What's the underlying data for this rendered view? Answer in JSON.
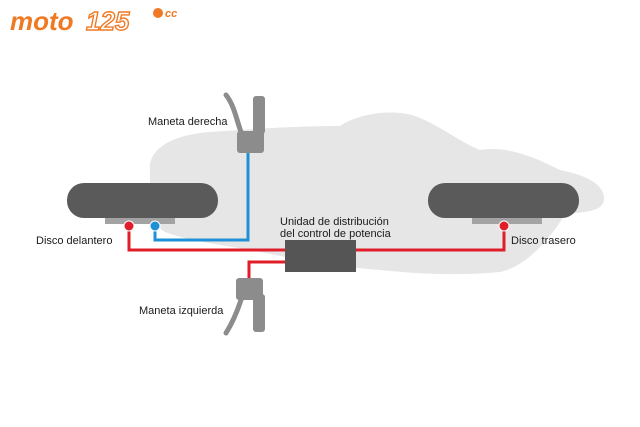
{
  "logo": {
    "brand": "moto",
    "number": "125",
    "suffix": "cc",
    "color": "#f07a24"
  },
  "labels": {
    "maneta_derecha": "Maneta derecha",
    "maneta_izquierda": "Maneta izquierda",
    "disco_delantero": "Disco delantero",
    "disco_trasero": "Disco trasero",
    "unidad_line1": "Unidad de distribución",
    "unidad_line2": "del control de potencia"
  },
  "colors": {
    "front_brake_line": "#1e90d6",
    "combined_brake_line": "#e01e2a",
    "control_unit": "#555555",
    "tyre": "#5a5a5a",
    "silhouette": "#e6e6e6",
    "lever": "#8c8c8c"
  }
}
